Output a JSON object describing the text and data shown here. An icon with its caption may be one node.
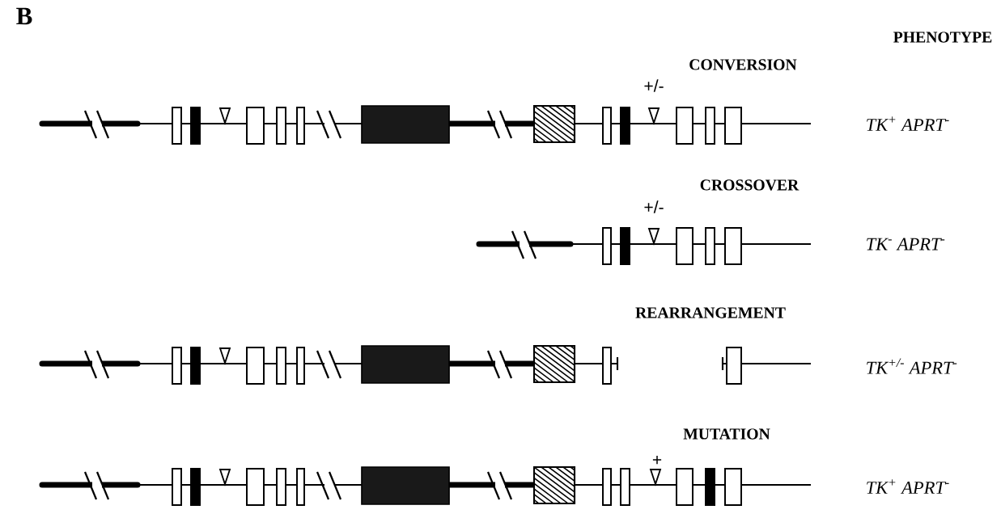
{
  "diagram": {
    "labels": [
      "B",
      "PHENOTYPE",
      "CONVERSION",
      "+/-",
      "TK$^{+}$ APRT$^{-}$",
      "CROSSOVER",
      "+/-",
      "TK$^{-}$ APRT$^{-}$",
      "REARRANGEMENT",
      "TK$^{+/-}$ APRT$^{-}$",
      "MUTATION",
      "+",
      "TK$^{+}$ APRT$^{-}$"
    ]
  }
}
